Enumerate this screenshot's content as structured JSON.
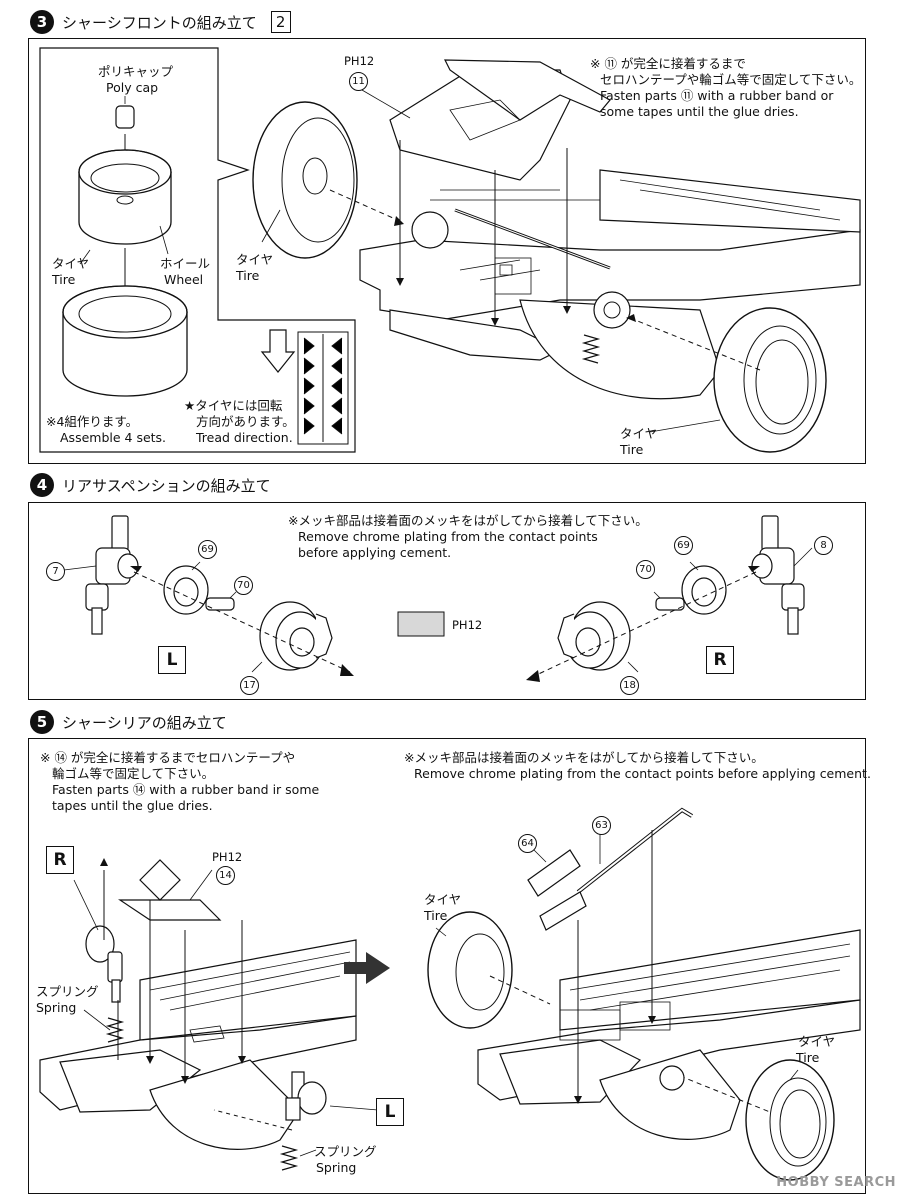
{
  "step3": {
    "num": "3",
    "title": "シャーシフロントの組み立て",
    "box": "2",
    "polycap_jp": "ポリキャップ",
    "polycap_en": "Poly cap",
    "wheel_jp": "ホイール",
    "wheel_en": "Wheel",
    "tire_jp": "タイヤ",
    "tire_en": "Tire",
    "sets_jp": "※4組作ります。",
    "sets_en": "Assemble 4 sets.",
    "tread_jp1": "★タイヤには回転",
    "tread_jp2": "方向があります。",
    "tread_en": "Tread direction.",
    "part_ref": "PH12",
    "part11": "11",
    "note_jp1": "※ ⑪ が完全に接着するまで",
    "note_jp2": "セロハンテープや輪ゴム等で固定して下さい。",
    "note_en1": "Fasten parts ⑪ with a rubber band or",
    "note_en2": "some tapes until the glue dries.",
    "tire2_jp": "タイヤ",
    "tire2_en": "Tire",
    "tire3_jp": "タイヤ",
    "tire3_en": "Tire"
  },
  "step4": {
    "num": "4",
    "title": "リアサスペンションの組み立て",
    "note_jp": "※メッキ部品は接着面のメッキをはがしてから接着して下さい。",
    "note_en1": "Remove chrome plating from the contact points",
    "note_en2": "before applying cement.",
    "part_ref": "PH12",
    "left": "L",
    "right": "R",
    "parts": {
      "p7": "7",
      "p69a": "69",
      "p70a": "70",
      "p17": "17",
      "p8": "8",
      "p69b": "69",
      "p70b": "70",
      "p18": "18"
    }
  },
  "step5": {
    "num": "5",
    "title": "シャーシリアの組み立て",
    "note1_jp1": "※ ⑭ が完全に接着するまでセロハンテープや",
    "note1_jp2": "輪ゴム等で固定して下さい。",
    "note1_en1": "Fasten parts ⑭ with a rubber band ir some",
    "note1_en2": "tapes until the glue dries.",
    "note2_jp": "※メッキ部品は接着面のメッキをはがしてから接着して下さい。",
    "note2_en": "Remove chrome plating from the contact points before applying cement.",
    "right": "R",
    "left": "L",
    "part_ref": "PH12",
    "part14": "14",
    "spring_jp": "スプリング",
    "spring_en": "Spring",
    "spring2_jp": "スプリング",
    "spring2_en": "Spring",
    "tire_a_jp": "タイヤ",
    "tire_a_en": "Tire",
    "tire_b_jp": "タイヤ",
    "tire_b_en": "Tire",
    "part63": "63",
    "part64": "64"
  },
  "watermark": "HOBBY SEARCH"
}
